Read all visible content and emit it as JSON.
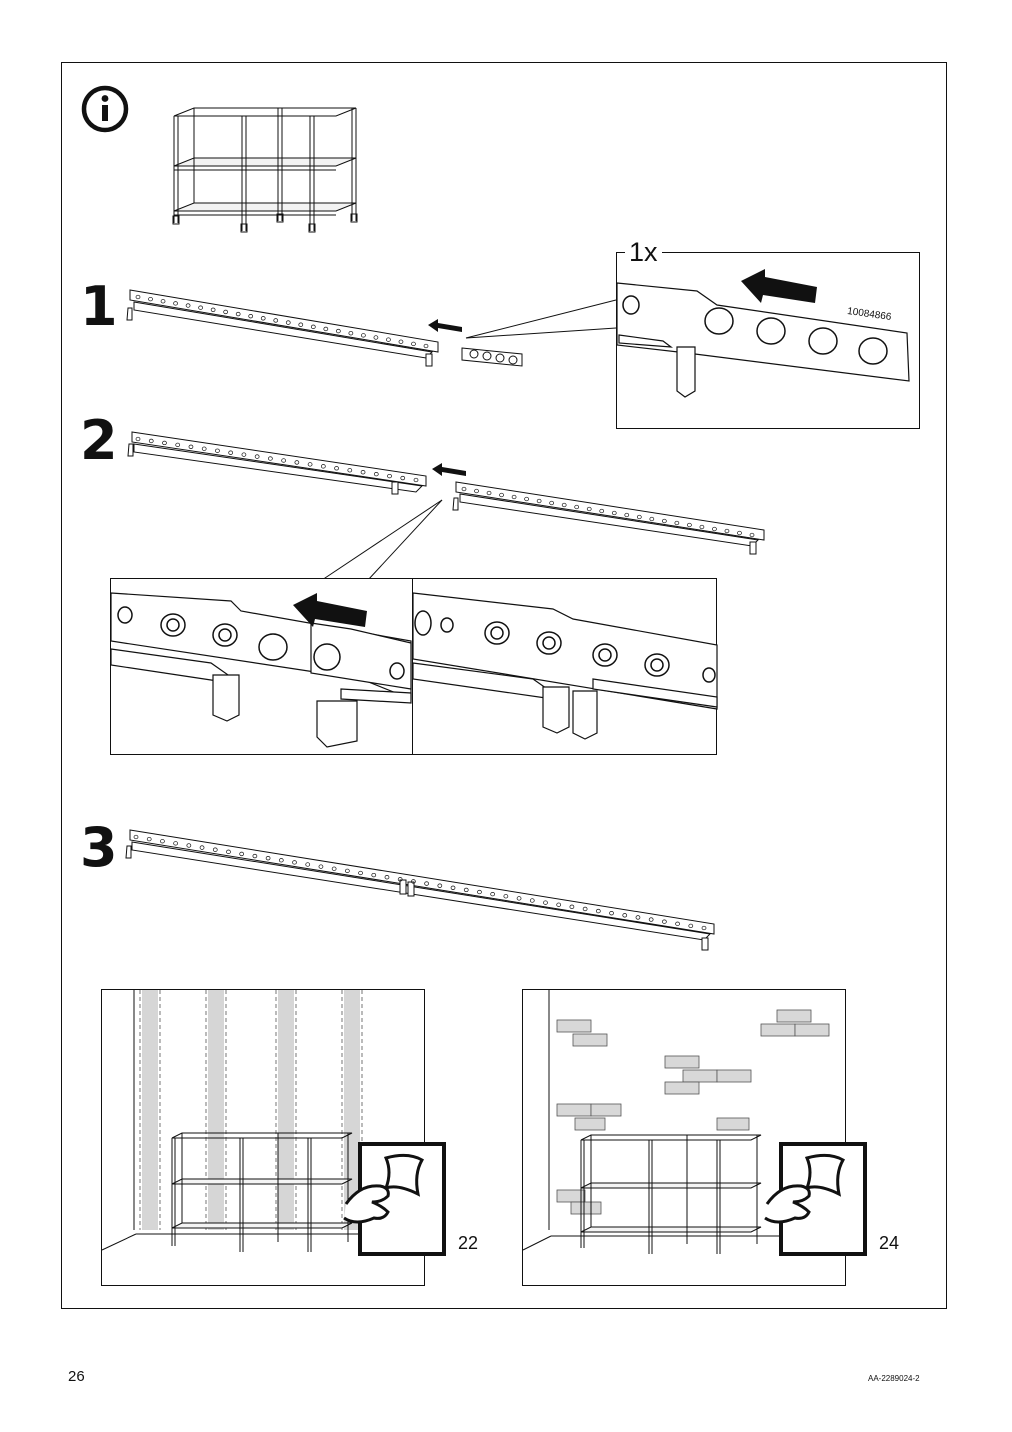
{
  "page": {
    "number": "26",
    "doc_code": "AA-2289024-2"
  },
  "info": {
    "icon": "info-icon"
  },
  "steps": [
    {
      "number": "1"
    },
    {
      "number": "2"
    },
    {
      "number": "3"
    }
  ],
  "callout": {
    "quantity": "1x",
    "part_number": "10084866"
  },
  "references": {
    "wall_plugs_ref": "22",
    "wall_brick_ref": "24"
  }
}
